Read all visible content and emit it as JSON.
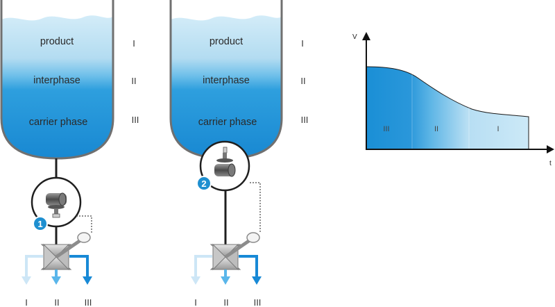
{
  "colors": {
    "tank_outline": "#6f6f6f",
    "liquid_dark": "#1a8fd6",
    "liquid_light": "#c9e8f7",
    "badge": "#1e8fd0",
    "arrow_dark": "#1889d6",
    "arrow_mid": "#5ab6ea",
    "arrow_light": "#c6e4f6"
  },
  "tanks": [
    {
      "phases": [
        {
          "label": "product",
          "roman": "I"
        },
        {
          "label": "interphase",
          "roman": "II"
        },
        {
          "label": "carrier phase",
          "roman": "III"
        }
      ],
      "badge": "1",
      "outlets": [
        "I",
        "II",
        "III"
      ]
    },
    {
      "phases": [
        {
          "label": "product",
          "roman": "I"
        },
        {
          "label": "interphase",
          "roman": "II"
        },
        {
          "label": "carrier phase",
          "roman": "III"
        }
      ],
      "badge": "2",
      "outlets": [
        "I",
        "II",
        "III"
      ]
    }
  ],
  "chart": {
    "y_axis_label": "V",
    "x_axis_label": "t",
    "zones": [
      "III",
      "II",
      "I"
    ]
  }
}
